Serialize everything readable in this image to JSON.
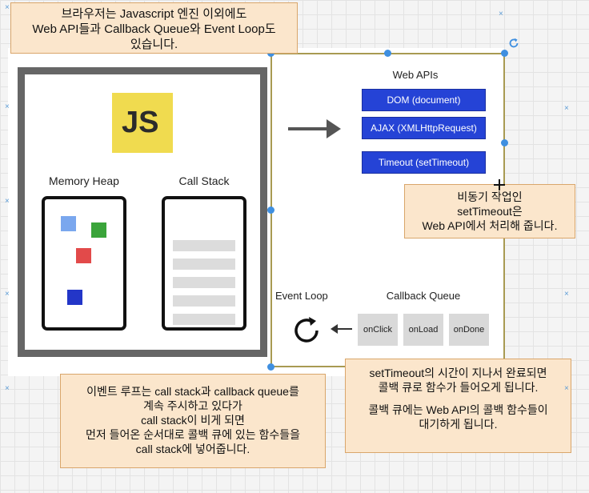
{
  "top_note": {
    "lines": [
      "브라우저는 Javascript 엔진 이외에도",
      "Web API들과 Callback Queue와 Event Loop도",
      "있습니다."
    ]
  },
  "engine": {
    "logo": "JS",
    "memory_heap": "Memory Heap",
    "call_stack": "Call Stack"
  },
  "web_apis": {
    "title": "Web APIs",
    "items": [
      "DOM (document)",
      "AJAX (XMLHttpRequest)",
      "Timeout (setTimeout)"
    ]
  },
  "async_note": {
    "lines": [
      "비동기 작업인",
      "setTimeout은",
      "Web API에서 처리해 줍니다."
    ]
  },
  "event_loop": {
    "label": "Event Loop"
  },
  "callback_queue": {
    "title": "Callback Queue",
    "items": [
      "onClick",
      "onLoad",
      "onDone"
    ]
  },
  "event_loop_note": {
    "lines": [
      "이벤트 루프는 call stack과 callback queue를",
      "계속 주시하고 있다가",
      "call stack이 비게 되면",
      "먼저 들어온 순서대로 콜백 큐에 있는 함수들을",
      "call stack에 넣어줍니다."
    ]
  },
  "timeout_note": {
    "lines": [
      "setTimeout의 시간이 지나서 완료되면",
      "콜백 큐로 함수가 들어오게 됩니다.",
      "",
      "콜백 큐에는 Web API의 콜백 함수들이",
      "대기하게 됩니다."
    ]
  },
  "colors": {
    "note_bg": "#fbe6cc",
    "web_api_blue": "#2543d6",
    "js_yellow": "#f0db4f",
    "heap_blue": "#7aa7ee",
    "heap_green": "#3aa43a",
    "heap_red": "#e24a4a",
    "heap_navy": "#2336c8",
    "selection_olive": "#a89a52",
    "handle_blue": "#3f8fe0"
  }
}
